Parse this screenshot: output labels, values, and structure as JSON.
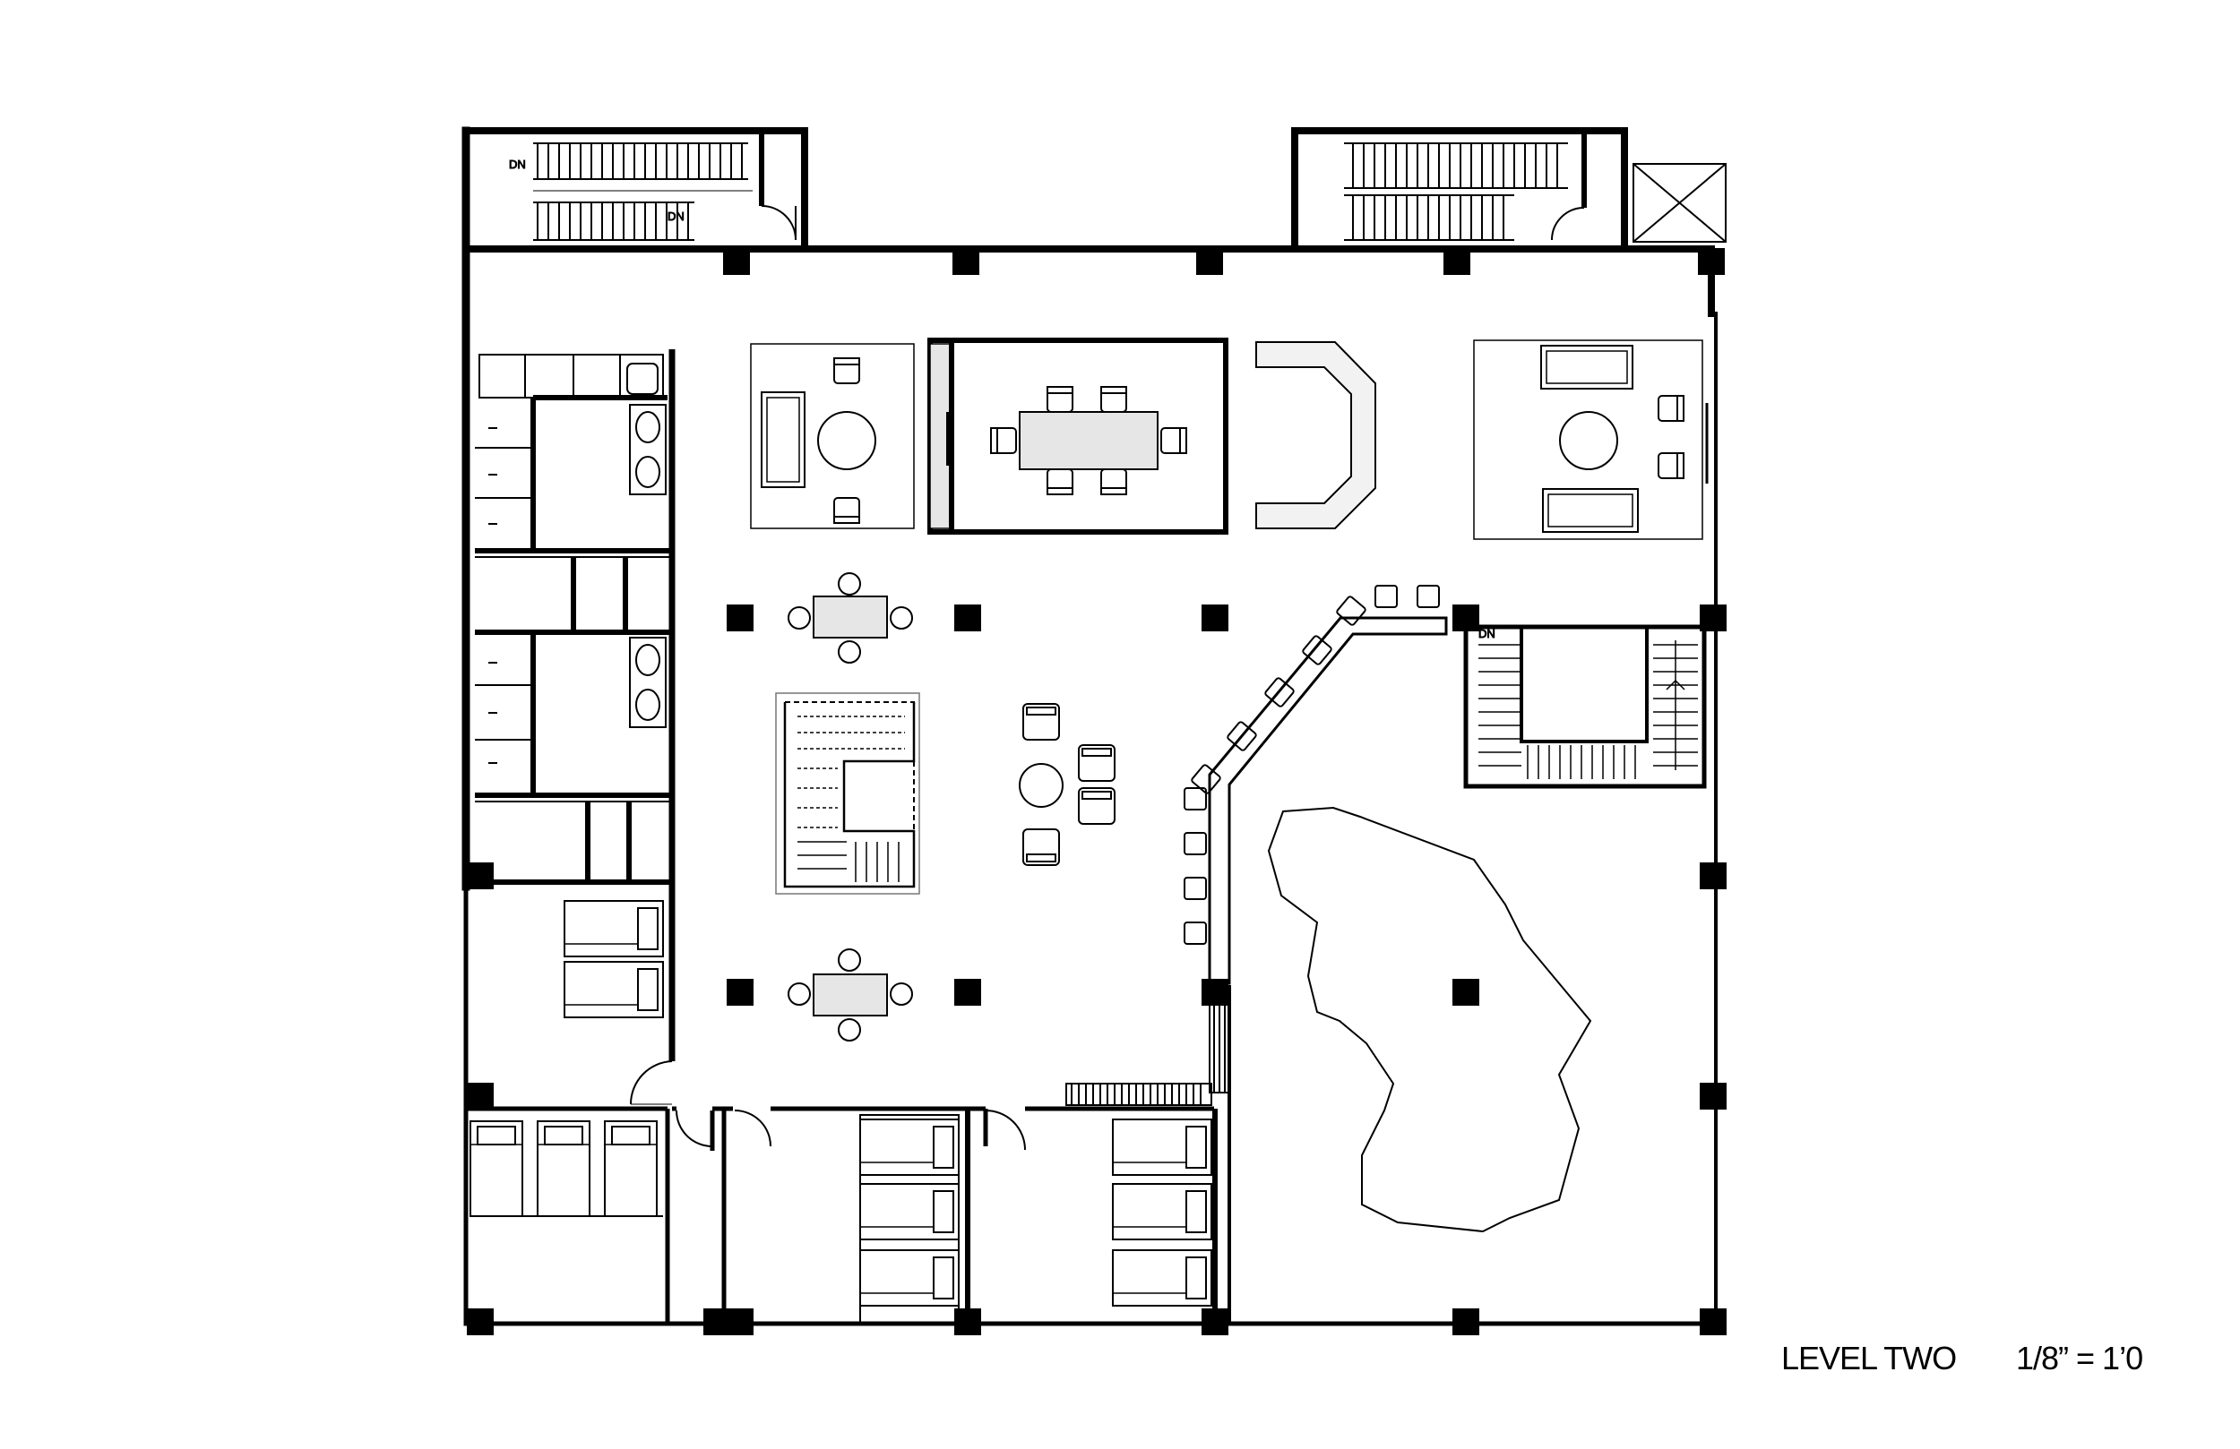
{
  "caption": {
    "title": "LEVEL TWO",
    "scale": "1/8” = 1’0"
  },
  "stair_labels": {
    "dn_1": "DN",
    "dn_2": "DN",
    "dn_3": "DN"
  },
  "colors": {
    "wall": "#000000",
    "line": "#000000",
    "table_fill": "#e6e6e6",
    "rug_stroke": "#000000",
    "background": "#ffffff"
  }
}
